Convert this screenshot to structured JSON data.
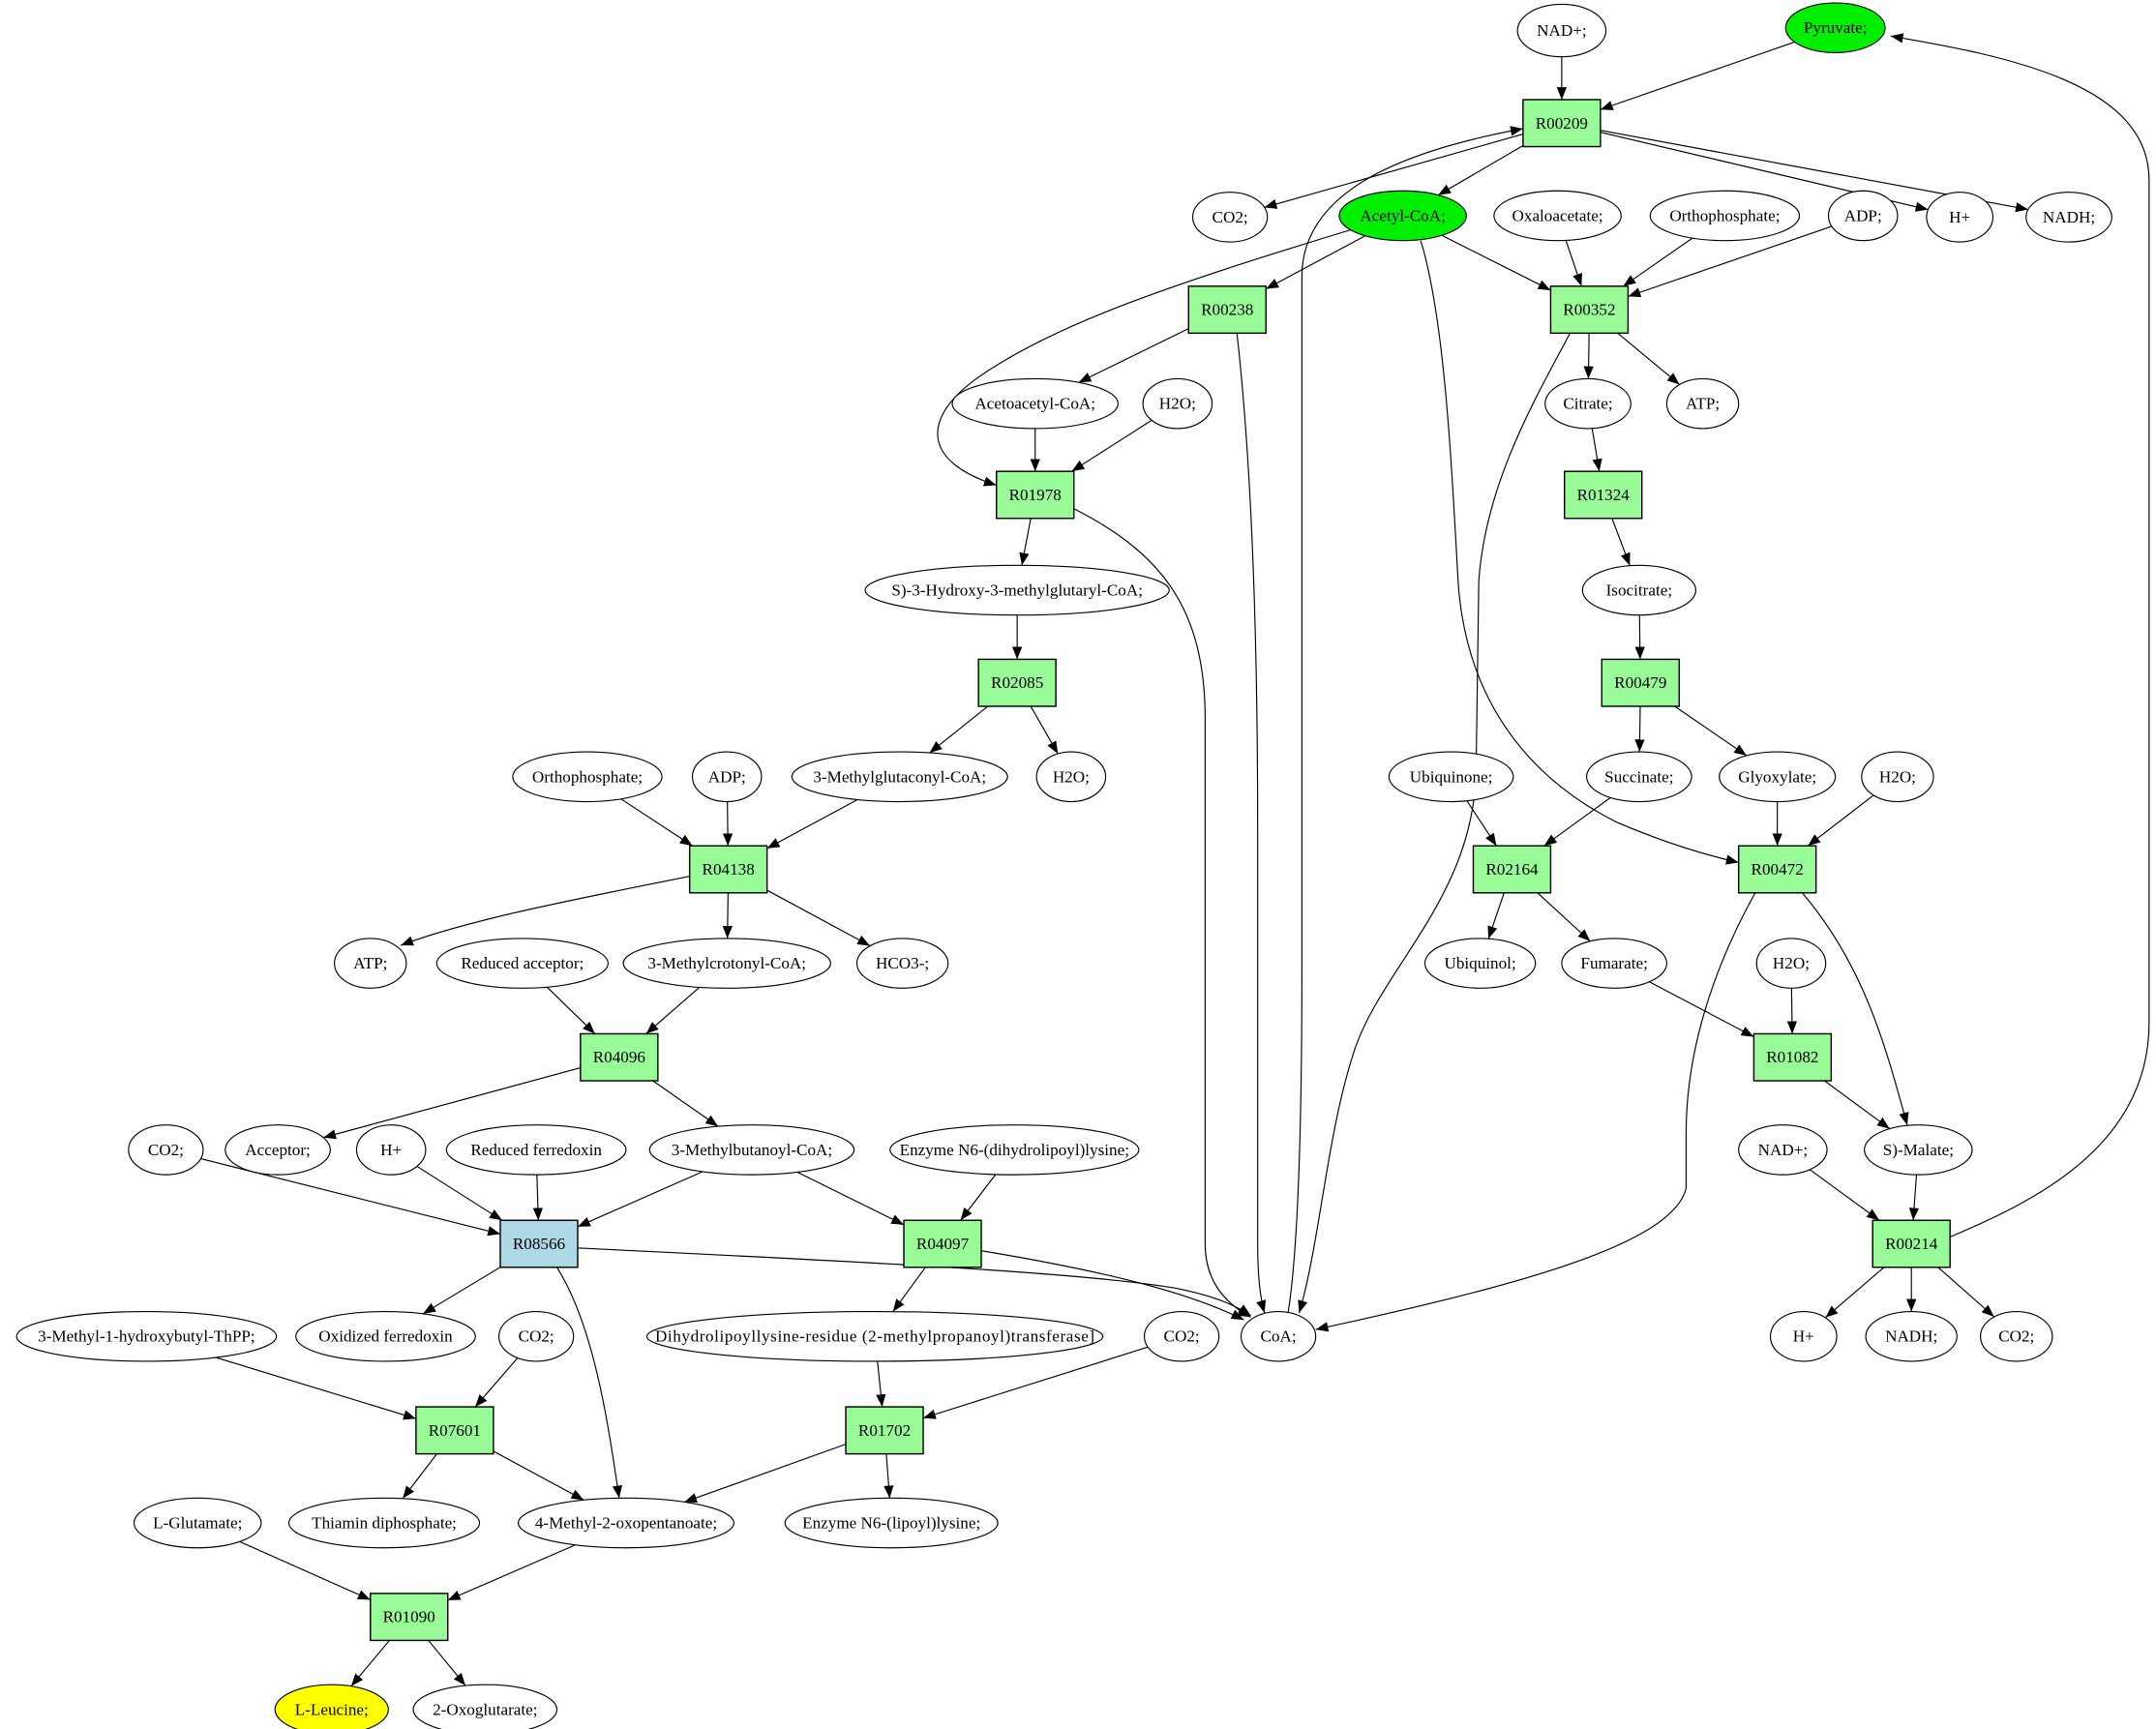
{
  "title": "L-Leucine biosynthesis pathway graph",
  "colors": {
    "reaction": "#98fb98",
    "reaction_highlight": "#add8e6",
    "compound": "#ffffff",
    "source": "#00ee00",
    "target": "#ffff00"
  },
  "nodes": [
    {
      "id": "nad1",
      "label": "NAD+;",
      "type": "compound"
    },
    {
      "id": "pyruvate",
      "label": "Pyruvate;",
      "type": "source"
    },
    {
      "id": "R00209",
      "label": "R00209",
      "type": "reaction"
    },
    {
      "id": "co2_1",
      "label": "CO2;",
      "type": "compound"
    },
    {
      "id": "acetylcoa",
      "label": "Acetyl-CoA;",
      "type": "source"
    },
    {
      "id": "oxaloacetate",
      "label": "Oxaloacetate;",
      "type": "compound"
    },
    {
      "id": "orthophos1",
      "label": "Orthophosphate;",
      "type": "compound"
    },
    {
      "id": "adp1",
      "label": "ADP;",
      "type": "compound"
    },
    {
      "id": "hplus1",
      "label": "H+",
      "type": "compound"
    },
    {
      "id": "nadh1",
      "label": "NADH;",
      "type": "compound"
    },
    {
      "id": "R00238",
      "label": "R00238",
      "type": "reaction"
    },
    {
      "id": "R00352",
      "label": "R00352",
      "type": "reaction"
    },
    {
      "id": "acetoacetylcoa",
      "label": "Acetoacetyl-CoA;",
      "type": "compound"
    },
    {
      "id": "h2o1",
      "label": "H2O;",
      "type": "compound"
    },
    {
      "id": "citrate",
      "label": "Citrate;",
      "type": "compound"
    },
    {
      "id": "atp1",
      "label": "ATP;",
      "type": "compound"
    },
    {
      "id": "R01978",
      "label": "R01978",
      "type": "reaction"
    },
    {
      "id": "R01324",
      "label": "R01324",
      "type": "reaction"
    },
    {
      "id": "hmgcoa",
      "label": "S)-3-Hydroxy-3-methylglutaryl-CoA;",
      "type": "compound"
    },
    {
      "id": "isocitrate",
      "label": "Isocitrate;",
      "type": "compound"
    },
    {
      "id": "R02085",
      "label": "R02085",
      "type": "reaction"
    },
    {
      "id": "R00479",
      "label": "R00479",
      "type": "reaction"
    },
    {
      "id": "orthophos2",
      "label": "Orthophosphate;",
      "type": "compound"
    },
    {
      "id": "adp2",
      "label": "ADP;",
      "type": "compound"
    },
    {
      "id": "mgcoa",
      "label": "3-Methylglutaconyl-CoA;",
      "type": "compound"
    },
    {
      "id": "h2o2",
      "label": "H2O;",
      "type": "compound"
    },
    {
      "id": "ubiquinone",
      "label": "Ubiquinone;",
      "type": "compound"
    },
    {
      "id": "succinate",
      "label": "Succinate;",
      "type": "compound"
    },
    {
      "id": "glyoxylate",
      "label": "Glyoxylate;",
      "type": "compound"
    },
    {
      "id": "h2o3",
      "label": "H2O;",
      "type": "compound"
    },
    {
      "id": "R04138",
      "label": "R04138",
      "type": "reaction"
    },
    {
      "id": "R02164",
      "label": "R02164",
      "type": "reaction"
    },
    {
      "id": "R00472",
      "label": "R00472",
      "type": "reaction"
    },
    {
      "id": "atp2",
      "label": "ATP;",
      "type": "compound"
    },
    {
      "id": "redacceptor",
      "label": "Reduced acceptor;",
      "type": "compound"
    },
    {
      "id": "mccoa",
      "label": "3-Methylcrotonyl-CoA;",
      "type": "compound"
    },
    {
      "id": "hco3",
      "label": "HCO3-;",
      "type": "compound"
    },
    {
      "id": "ubiquinol",
      "label": "Ubiquinol;",
      "type": "compound"
    },
    {
      "id": "fumarate",
      "label": "Fumarate;",
      "type": "compound"
    },
    {
      "id": "h2o4",
      "label": "H2O;",
      "type": "compound"
    },
    {
      "id": "R04096",
      "label": "R04096",
      "type": "reaction"
    },
    {
      "id": "R01082",
      "label": "R01082",
      "type": "reaction"
    },
    {
      "id": "co2_2",
      "label": "CO2;",
      "type": "compound"
    },
    {
      "id": "acceptor",
      "label": "Acceptor;",
      "type": "compound"
    },
    {
      "id": "hplus2",
      "label": "H+",
      "type": "compound"
    },
    {
      "id": "redferredoxin",
      "label": "Reduced ferredoxin",
      "type": "compound"
    },
    {
      "id": "mbcoa",
      "label": "3-Methylbutanoyl-CoA;",
      "type": "compound"
    },
    {
      "id": "enzdihydro",
      "label": "Enzyme N6-(dihydrolipoyl)lysine;",
      "type": "compound"
    },
    {
      "id": "nad2",
      "label": "NAD+;",
      "type": "compound"
    },
    {
      "id": "malate",
      "label": "S)-Malate;",
      "type": "compound"
    },
    {
      "id": "R08566",
      "label": "R08566",
      "type": "reaction_highlight"
    },
    {
      "id": "R04097",
      "label": "R04097",
      "type": "reaction"
    },
    {
      "id": "R00214",
      "label": "R00214",
      "type": "reaction"
    },
    {
      "id": "mhbthpp",
      "label": "3-Methyl-1-hydroxybutyl-ThPP;",
      "type": "compound"
    },
    {
      "id": "oxferredoxin",
      "label": "Oxidized ferredoxin",
      "type": "compound"
    },
    {
      "id": "co2_3",
      "label": "CO2;",
      "type": "compound"
    },
    {
      "id": "dihydrolipoyl",
      "label": "Dihydrolipoyllysine-residue (2-methylpropanoyl)transferase]",
      "type": "compound"
    },
    {
      "id": "co2_4",
      "label": "CO2;",
      "type": "compound"
    },
    {
      "id": "coa",
      "label": "CoA;",
      "type": "compound"
    },
    {
      "id": "hplus3",
      "label": "H+",
      "type": "compound"
    },
    {
      "id": "nadh2",
      "label": "NADH;",
      "type": "compound"
    },
    {
      "id": "co2_5",
      "label": "CO2;",
      "type": "compound"
    },
    {
      "id": "R07601",
      "label": "R07601",
      "type": "reaction"
    },
    {
      "id": "R01702",
      "label": "R01702",
      "type": "reaction"
    },
    {
      "id": "lglutamate",
      "label": "L-Glutamate;",
      "type": "compound"
    },
    {
      "id": "thiamin",
      "label": "Thiamin diphosphate;",
      "type": "compound"
    },
    {
      "id": "moxo",
      "label": "4-Methyl-2-oxopentanoate;",
      "type": "compound"
    },
    {
      "id": "enzlipoyl",
      "label": "Enzyme N6-(lipoyl)lysine;",
      "type": "compound"
    },
    {
      "id": "R01090",
      "label": "R01090",
      "type": "reaction"
    },
    {
      "id": "lleucine",
      "label": "L-Leucine;",
      "type": "target"
    },
    {
      "id": "oxoglutarate",
      "label": "2-Oxoglutarate;",
      "type": "compound"
    }
  ],
  "edges": [
    [
      "nad1",
      "R00209"
    ],
    [
      "pyruvate",
      "R00209"
    ],
    [
      "R00209",
      "co2_1"
    ],
    [
      "R00209",
      "acetylcoa"
    ],
    [
      "R00209",
      "hplus1"
    ],
    [
      "R00209",
      "nadh1"
    ],
    [
      "coa",
      "R00209"
    ],
    [
      "R00214",
      "pyruvate"
    ],
    [
      "acetylcoa",
      "R00238"
    ],
    [
      "acetylcoa",
      "R00352"
    ],
    [
      "acetylcoa",
      "R01978"
    ],
    [
      "acetylcoa",
      "R00472"
    ],
    [
      "oxaloacetate",
      "R00352"
    ],
    [
      "orthophos1",
      "R00352"
    ],
    [
      "adp1",
      "R00352"
    ],
    [
      "R00238",
      "acetoacetylcoa"
    ],
    [
      "R00238",
      "coa"
    ],
    [
      "R00352",
      "citrate"
    ],
    [
      "R00352",
      "atp1"
    ],
    [
      "R00352",
      "coa"
    ],
    [
      "acetoacetylcoa",
      "R01978"
    ],
    [
      "h2o1",
      "R01978"
    ],
    [
      "R01978",
      "hmgcoa"
    ],
    [
      "R01978",
      "coa"
    ],
    [
      "citrate",
      "R01324"
    ],
    [
      "R01324",
      "isocitrate"
    ],
    [
      "isocitrate",
      "R00479"
    ],
    [
      "hmgcoa",
      "R02085"
    ],
    [
      "R02085",
      "mgcoa"
    ],
    [
      "R02085",
      "h2o2"
    ],
    [
      "R00479",
      "succinate"
    ],
    [
      "R00479",
      "glyoxylate"
    ],
    [
      "orthophos2",
      "R04138"
    ],
    [
      "adp2",
      "R04138"
    ],
    [
      "mgcoa",
      "R04138"
    ],
    [
      "R04138",
      "atp2"
    ],
    [
      "R04138",
      "mccoa"
    ],
    [
      "R04138",
      "hco3"
    ],
    [
      "ubiquinone",
      "R02164"
    ],
    [
      "succinate",
      "R02164"
    ],
    [
      "R02164",
      "ubiquinol"
    ],
    [
      "R02164",
      "fumarate"
    ],
    [
      "glyoxylate",
      "R00472"
    ],
    [
      "h2o3",
      "R00472"
    ],
    [
      "R00472",
      "coa"
    ],
    [
      "R00472",
      "malate"
    ],
    [
      "redacceptor",
      "R04096"
    ],
    [
      "mccoa",
      "R04096"
    ],
    [
      "R04096",
      "acceptor"
    ],
    [
      "R04096",
      "mbcoa"
    ],
    [
      "fumarate",
      "R01082"
    ],
    [
      "h2o4",
      "R01082"
    ],
    [
      "R01082",
      "malate"
    ],
    [
      "co2_2",
      "R08566"
    ],
    [
      "hplus2",
      "R08566"
    ],
    [
      "redferredoxin",
      "R08566"
    ],
    [
      "mbcoa",
      "R08566"
    ],
    [
      "R08566",
      "oxferredoxin"
    ],
    [
      "R08566",
      "coa"
    ],
    [
      "R08566",
      "moxo"
    ],
    [
      "mbcoa",
      "R04097"
    ],
    [
      "enzdihydro",
      "R04097"
    ],
    [
      "R04097",
      "dihydrolipoyl"
    ],
    [
      "R04097",
      "coa"
    ],
    [
      "nad2",
      "R00214"
    ],
    [
      "malate",
      "R00214"
    ],
    [
      "R00214",
      "hplus3"
    ],
    [
      "R00214",
      "nadh2"
    ],
    [
      "R00214",
      "co2_5"
    ],
    [
      "mhbthpp",
      "R07601"
    ],
    [
      "co2_3",
      "R07601"
    ],
    [
      "R07601",
      "thiamin"
    ],
    [
      "R07601",
      "moxo"
    ],
    [
      "dihydrolipoyl",
      "R01702"
    ],
    [
      "co2_4",
      "R01702"
    ],
    [
      "R01702",
      "moxo"
    ],
    [
      "R01702",
      "enzlipoyl"
    ],
    [
      "lglutamate",
      "R01090"
    ],
    [
      "moxo",
      "R01090"
    ],
    [
      "R01090",
      "lleucine"
    ],
    [
      "R01090",
      "oxoglutarate"
    ]
  ]
}
